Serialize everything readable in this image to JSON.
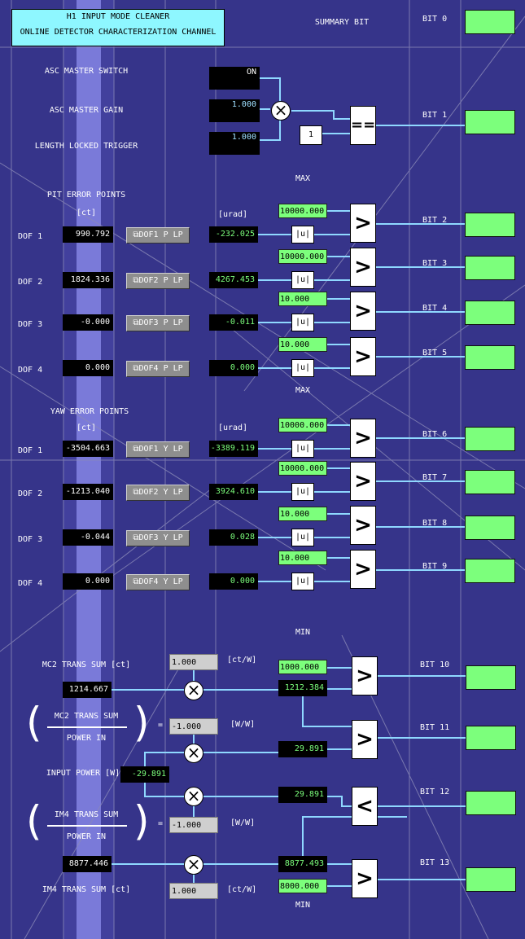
{
  "title": {
    "line1": "H1 INPUT MODE CLEANER",
    "line2": "ONLINE DETECTOR CHARACTERIZATION CHANNEL"
  },
  "summary_label": "SUMMARY BIT",
  "asc": {
    "master_switch_label": "ASC MASTER SWITCH",
    "master_switch_value": "ON",
    "master_gain_label": "ASC MASTER GAIN",
    "master_gain_value": "1.000",
    "llt_label": "LENGTH LOCKED TRIGGER",
    "llt_value": "1.000",
    "const_value": "1",
    "equals": "=="
  },
  "pit": {
    "header": "PIT ERROR POINTS",
    "unit_ct": "[ct]",
    "unit_urad": "[urad]",
    "max_label": "MAX",
    "rows": [
      {
        "dof": "DOF 1",
        "err": "990.792",
        "btn": "DOF1 P LP",
        "urad": "-232.025",
        "thr": "10000.000",
        "abs": "|u|",
        "bit": "BIT 2"
      },
      {
        "dof": "DOF 2",
        "err": "1824.336",
        "btn": "DOF2 P LP",
        "urad": "4267.453",
        "thr": "10000.000",
        "abs": "|u|",
        "bit": "BIT 3"
      },
      {
        "dof": "DOF 3",
        "err": "-0.000",
        "btn": "DOF3 P LP",
        "urad": "-0.011",
        "thr": "10.000",
        "abs": "|u|",
        "bit": "BIT 4"
      },
      {
        "dof": "DOF 4",
        "err": "0.000",
        "btn": "DOF4 P LP",
        "urad": "0.000",
        "thr": "10.000",
        "abs": "|u|",
        "bit": "BIT 5"
      }
    ]
  },
  "yaw": {
    "header": "YAW ERROR POINTS",
    "unit_ct": "[ct]",
    "unit_urad": "[urad]",
    "max_label": "MAX",
    "rows": [
      {
        "dof": "DOF 1",
        "err": "-3504.663",
        "btn": "DOF1 Y LP",
        "urad": "-3389.119",
        "thr": "10000.000",
        "abs": "|u|",
        "bit": "BIT 6"
      },
      {
        "dof": "DOF 2",
        "err": "-1213.040",
        "btn": "DOF2 Y LP",
        "urad": "3924.610",
        "thr": "10000.000",
        "abs": "|u|",
        "bit": "BIT 7"
      },
      {
        "dof": "DOF 3",
        "err": "-0.044",
        "btn": "DOF3 Y LP",
        "urad": "0.028",
        "thr": "10.000",
        "abs": "|u|",
        "bit": "BIT 8"
      },
      {
        "dof": "DOF 4",
        "err": "0.000",
        "btn": "DOF4 Y LP",
        "urad": "0.000",
        "thr": "10.000",
        "abs": "|u|",
        "bit": "BIT 9"
      }
    ]
  },
  "bits": {
    "bit0": "BIT 0",
    "bit1": "BIT 1"
  },
  "power": {
    "min_label": "MIN",
    "mc2_label": "MC2 TRANS SUM [ct]",
    "mc2_value": "1214.667",
    "mc2_gain": "1.000",
    "ct_w": "[ct/W]",
    "mc2_min": "1000.000",
    "mc2_out": "1212.384",
    "bit10": "BIT 10",
    "frac1_num": "MC2 TRANS SUM",
    "frac1_den": "POWER IN",
    "eq": "=",
    "frac1_gain": "-1.000",
    "w_w": "[W/W]",
    "ratio1": "29.891",
    "bit11": "BIT 11",
    "input_label": "INPUT POWER [W]",
    "input_value": "-29.891",
    "ratio2": "29.891",
    "bit12": "BIT 12",
    "frac2_num": "IM4 TRANS SUM",
    "frac2_den": "POWER IN",
    "frac2_gain": "-1.000",
    "im4_value": "8877.446",
    "im4_out": "8877.493",
    "im4_min": "8000.000",
    "im4_gain": "1.000",
    "im4_label": "IM4 TRANS SUM [ct]",
    "bit13": "BIT 13",
    "min_label2": "MIN",
    "gt": ">",
    "lt": "<",
    "times": "×"
  }
}
